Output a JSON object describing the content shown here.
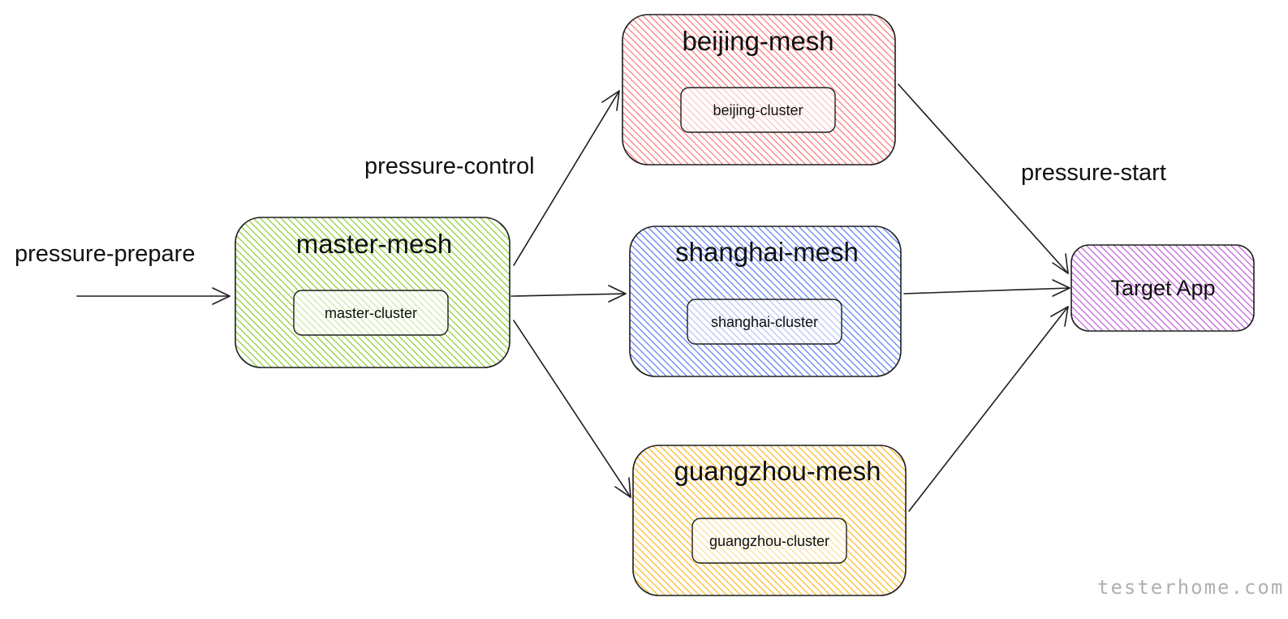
{
  "nodes": {
    "master": {
      "title": "master-mesh",
      "cluster": "master-cluster",
      "color": "#82c91e"
    },
    "beijing": {
      "title": "beijing-mesh",
      "cluster": "beijing-cluster",
      "color": "#ff6b6b"
    },
    "shanghai": {
      "title": "shanghai-mesh",
      "cluster": "shanghai-cluster",
      "color": "#4c6ef5"
    },
    "guangzhou": {
      "title": "guangzhou-mesh",
      "cluster": "guangzhou-cluster",
      "color": "#fab005"
    },
    "target": {
      "title": "Target App",
      "color": "#be4bdb"
    }
  },
  "edge_labels": {
    "prepare": "pressure-prepare",
    "control": "pressure-control",
    "start": "pressure-start"
  },
  "watermark": "testerhome.com"
}
